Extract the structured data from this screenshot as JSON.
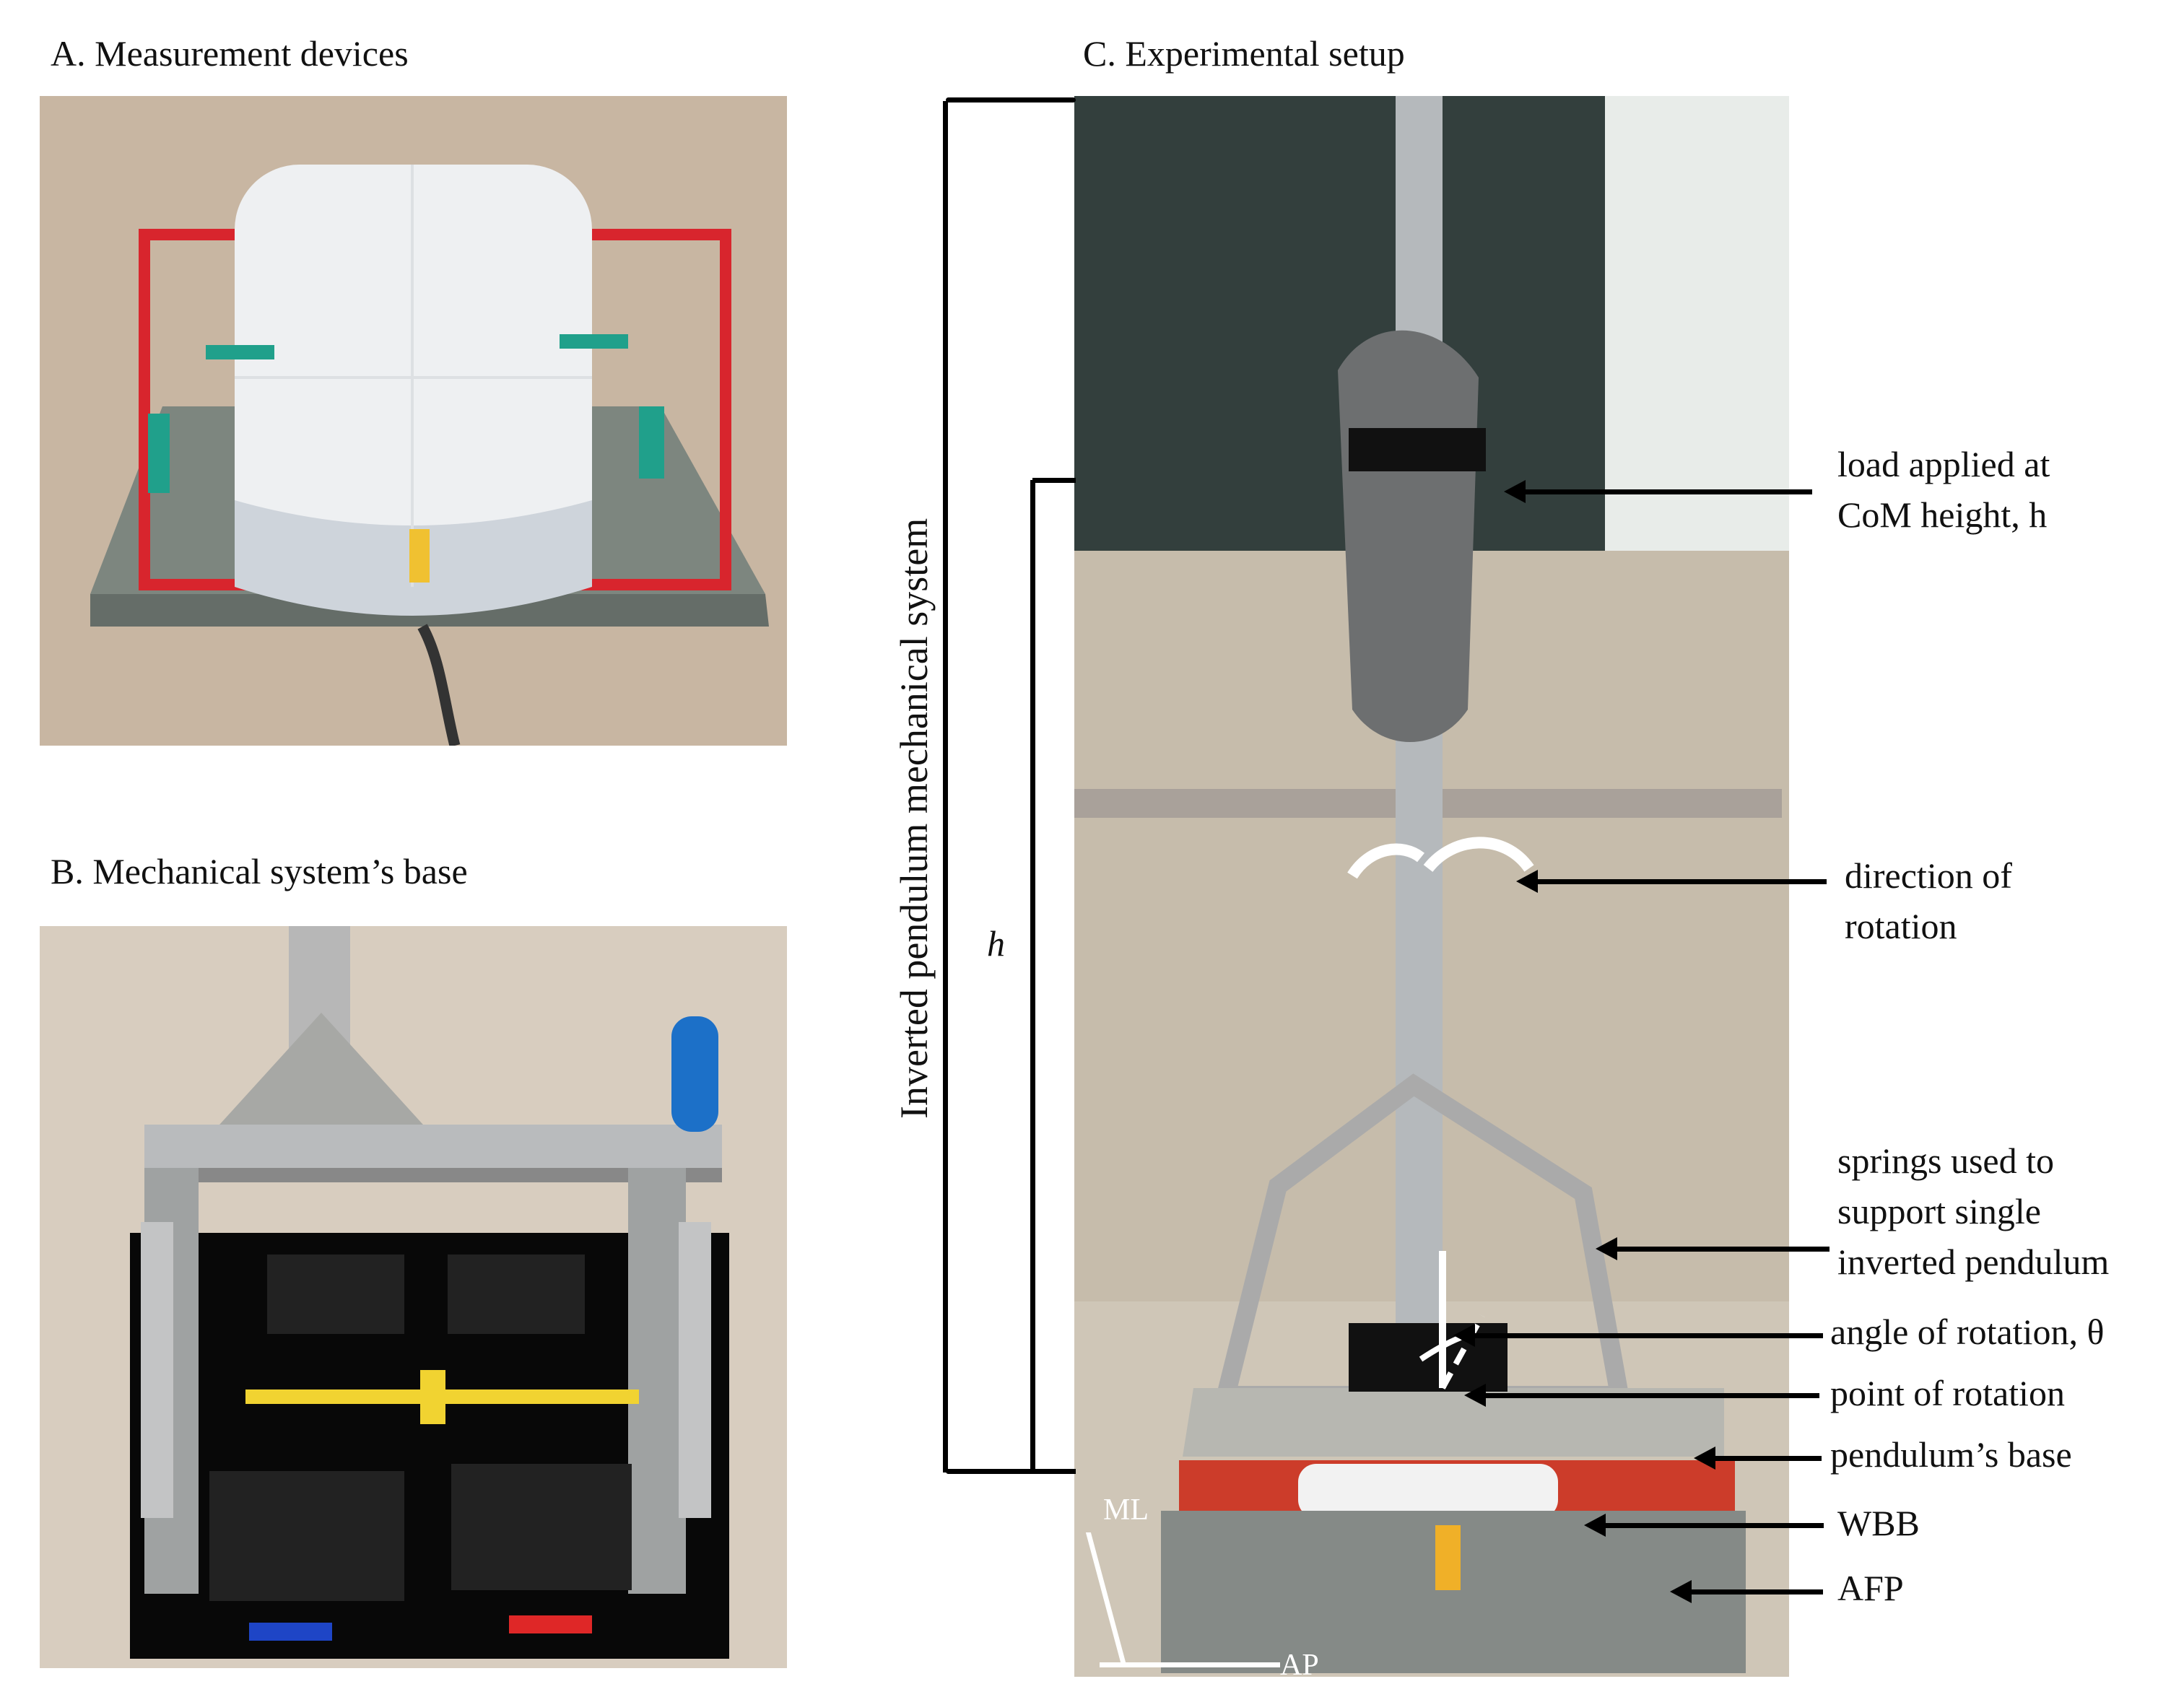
{
  "panels": {
    "a_title": "A. Measurement  devices",
    "b_title": "B. Mechanical system’s base",
    "c_title": "C. Experimental  setup"
  },
  "annotations": {
    "system_label": "Inverted pendulum  mechanical  system",
    "h_label": "h",
    "load_line1": "load applied at",
    "load_line2": "CoM height, h",
    "direction_line1": "direction of",
    "direction_line2": "rotation",
    "springs_line1": "springs used to",
    "springs_line2": "support single",
    "springs_line3": "inverted pendulum",
    "angle": "angle of rotation, θ",
    "point": "point of rotation",
    "base": "pendulum’s  base",
    "wbb": "WBB",
    "afp": "AFP",
    "ml": "ML",
    "ap": "AP"
  }
}
